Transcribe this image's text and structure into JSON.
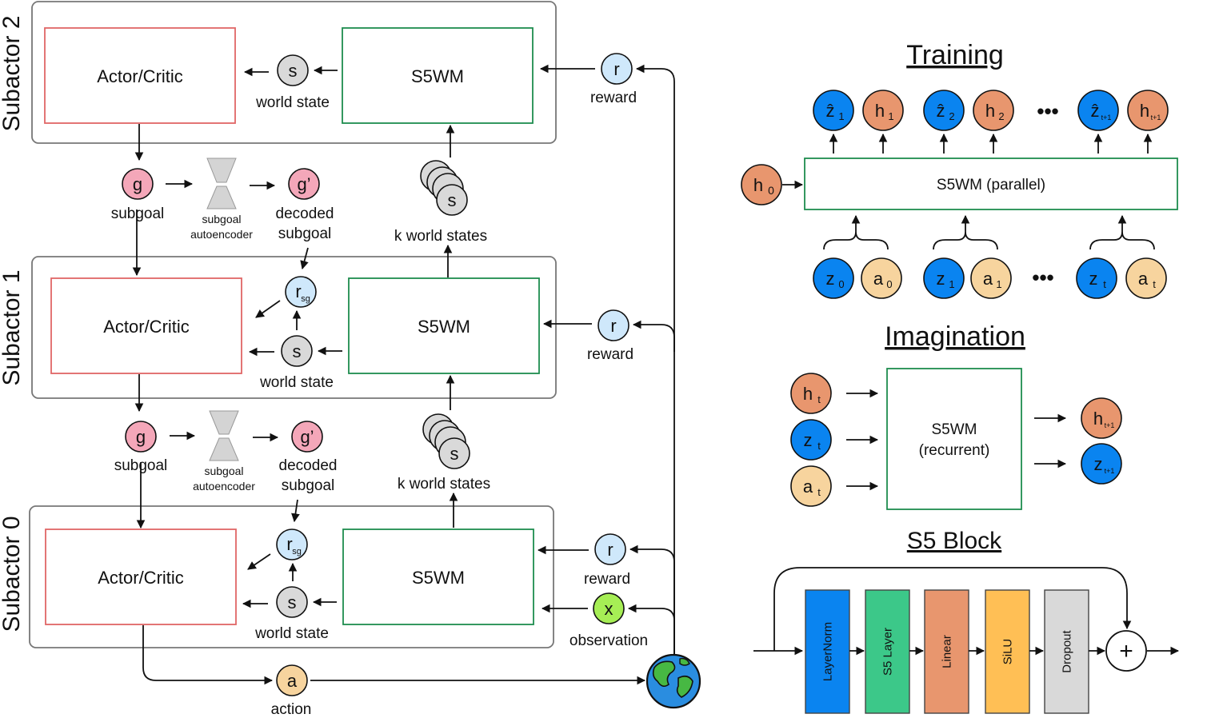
{
  "colors": {
    "actor_border": "#e06666",
    "wm_border": "#1e8c4e",
    "subactor_border": "#777777",
    "r_fill": "#cfe8fb",
    "s_fill": "#d9d9d9",
    "g_fill": "#f4a7b9",
    "x_fill": "#a6ee55",
    "a_fill": "#f7d49e",
    "z_fill": "#0a84f0",
    "h_fill": "#e8966e",
    "layernorm": "#0a84f0",
    "s5layer": "#3cc889",
    "linear": "#e8966e",
    "silu": "#ffbf55",
    "dropout": "#d9d9d9"
  },
  "left": {
    "subactors": [
      {
        "label": "Subactor 2"
      },
      {
        "label": "Subactor 1"
      },
      {
        "label": "Subactor 0"
      }
    ],
    "actor_label": "Actor/Critic",
    "wm_label": "S5WM",
    "s_node": "s",
    "world_state": "world state",
    "r_node": "r",
    "rsg_main": "r",
    "rsg_sub": "sg",
    "reward": "reward",
    "g_node": "g",
    "gprime_node": "g’",
    "subgoal": "subgoal",
    "autoencoder_line1": "subgoal",
    "autoencoder_line2": "autoencoder",
    "decoded_line1": "decoded",
    "decoded_line2": "subgoal",
    "k_world_states": "k world states",
    "x_node": "x",
    "observation": "observation",
    "a_node": "a",
    "action": "action",
    "globe_icon": "earth-globe-icon"
  },
  "training": {
    "title": "Training",
    "block_label": "S5WM (parallel)",
    "h0": {
      "main": "h",
      "sub": "0"
    },
    "outputs": [
      {
        "main": "ẑ",
        "sub": "1",
        "kind": "z"
      },
      {
        "main": "h",
        "sub": "1",
        "kind": "h"
      },
      {
        "main": "ẑ",
        "sub": "2",
        "kind": "z"
      },
      {
        "main": "h",
        "sub": "2",
        "kind": "h"
      },
      {
        "main": "ẑ",
        "sub": "t+1",
        "kind": "z"
      },
      {
        "main": "h",
        "sub": "t+1",
        "kind": "h"
      }
    ],
    "inputs": [
      {
        "main": "z",
        "sub": "0",
        "kind": "z"
      },
      {
        "main": "a",
        "sub": "0",
        "kind": "a"
      },
      {
        "main": "z",
        "sub": "1",
        "kind": "z"
      },
      {
        "main": "a",
        "sub": "1",
        "kind": "a"
      },
      {
        "main": "z",
        "sub": "t",
        "kind": "z"
      },
      {
        "main": "a",
        "sub": "t",
        "kind": "a"
      }
    ],
    "ellipsis": "•••"
  },
  "imagination": {
    "title": "Imagination",
    "block_line1": "S5WM",
    "block_line2": "(recurrent)",
    "inputs": [
      {
        "main": "h",
        "sub": "t",
        "kind": "h"
      },
      {
        "main": "z",
        "sub": "t",
        "kind": "z"
      },
      {
        "main": "a",
        "sub": "t",
        "kind": "a"
      }
    ],
    "outputs": [
      {
        "main": "h",
        "sub": "t+1",
        "kind": "h"
      },
      {
        "main": "z",
        "sub": "t+1",
        "kind": "z"
      }
    ]
  },
  "s5block": {
    "title": "S5 Block",
    "layers": [
      "LayerNorm",
      "S5 Layer",
      "Linear",
      "SiLU",
      "Dropout"
    ],
    "plus": "+"
  }
}
